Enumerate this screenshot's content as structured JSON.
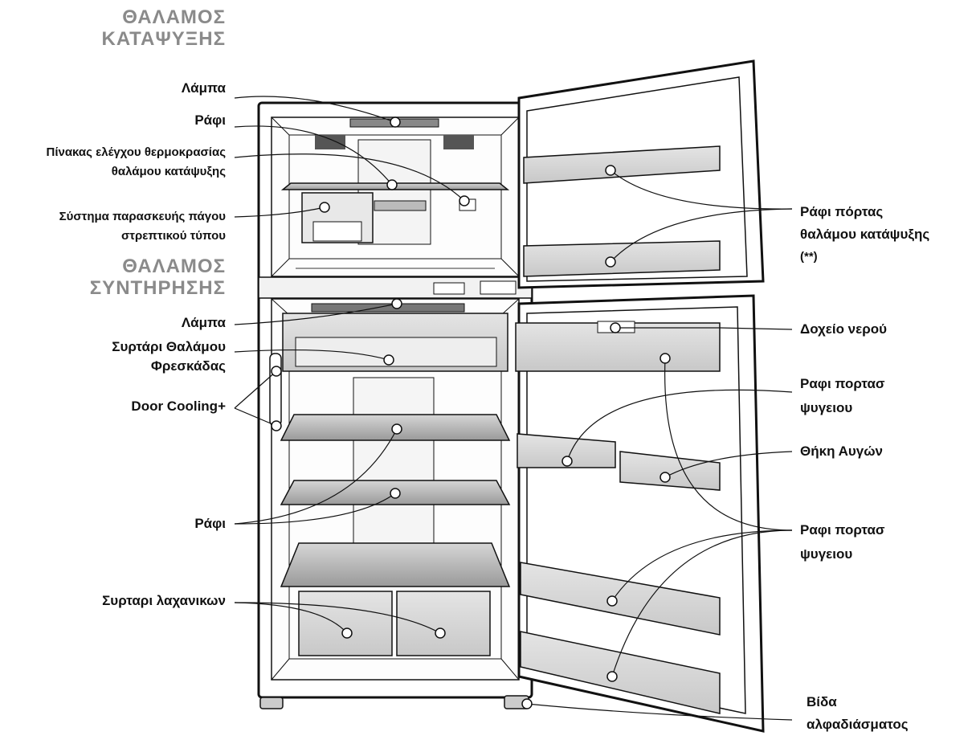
{
  "sections": {
    "freezer": [
      "ΘΑΛΑΜΟΣ",
      "ΚΑΤΑΨΥΞΗΣ"
    ],
    "fridge": [
      "ΘΑΛΑΜΟΣ",
      "ΣΥΝΤΗΡΗΣΗΣ"
    ]
  },
  "labels": {
    "lamp_top": "Λάμπα",
    "shelf_freezer": "Ράφι",
    "control_panel_1": "Πίνακας ελέγχου  θερμοκρασίας",
    "control_panel_2": "θαλάμου κατάψυξης",
    "ice_maker_1": "Σύστημα παρασκευής πάγου",
    "ice_maker_2": "στρεπτικού τύπου",
    "lamp_fridge": "Λάμπα",
    "fresh_drawer_1": "Συρτάρι Θαλάμου",
    "fresh_drawer_2": "Φρεσκάδας",
    "door_cooling": "Door Cooling+",
    "shelf_fridge": "Ράφι",
    "vegetable_drawer": "Συρταρι λαχανικων",
    "freezer_door_shelf_1": "Ράφι πόρτας",
    "freezer_door_shelf_2": "θαλάμου κατάψυξης",
    "freezer_door_shelf_3": "(**)",
    "water_tank": "Δοχείο νερού",
    "fridge_door_shelf_a1": "Ραφι πορτασ",
    "fridge_door_shelf_a2": "ψυγειου",
    "egg_tray": "Θήκη Αυγών",
    "fridge_door_shelf_b1": "Ραφι πορτασ",
    "fridge_door_shelf_b2": "ψυγειου",
    "leveling_screw_1": "Βίδα",
    "leveling_screw_2": "αλφαδιάσματος"
  }
}
